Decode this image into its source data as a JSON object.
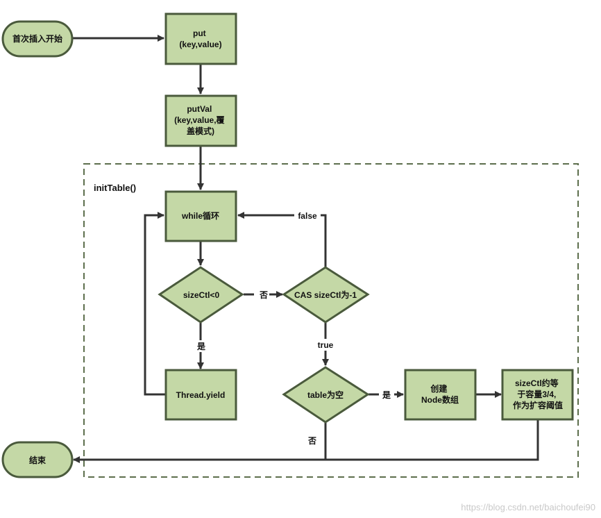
{
  "diagram": {
    "group": {
      "label": "initTable()"
    },
    "nodes": {
      "start": {
        "label": "首次插入开始"
      },
      "put": {
        "lines": [
          "put",
          "(key,value)"
        ]
      },
      "putval": {
        "lines": [
          "putVal",
          "(key,value,覆",
          "盖模式)"
        ]
      },
      "while": {
        "label": "while循环"
      },
      "sizectl_check": {
        "label": "sizeCtl<0"
      },
      "cas": {
        "label": "CAS sizeCtl为-1"
      },
      "yield": {
        "label": "Thread.yield"
      },
      "table_empty": {
        "label": "table为空"
      },
      "create": {
        "lines": [
          "创建",
          "Node数组"
        ]
      },
      "threshold": {
        "lines": [
          "sizeCtl约等",
          "于容量3/4,",
          "作为扩容阈值"
        ]
      },
      "end": {
        "label": "结束"
      }
    },
    "edges": {
      "no_1": "否",
      "yes_1": "是",
      "true_1": "true",
      "false_1": "false",
      "yes_2": "是",
      "no_2": "否"
    },
    "watermark": "https://blog.csdn.net/baichoufei90"
  },
  "colors": {
    "node_fill": "#c4d8a6",
    "node_stroke": "#4a5a3c",
    "group_stroke": "#5c6e4c",
    "edge": "#333333"
  }
}
